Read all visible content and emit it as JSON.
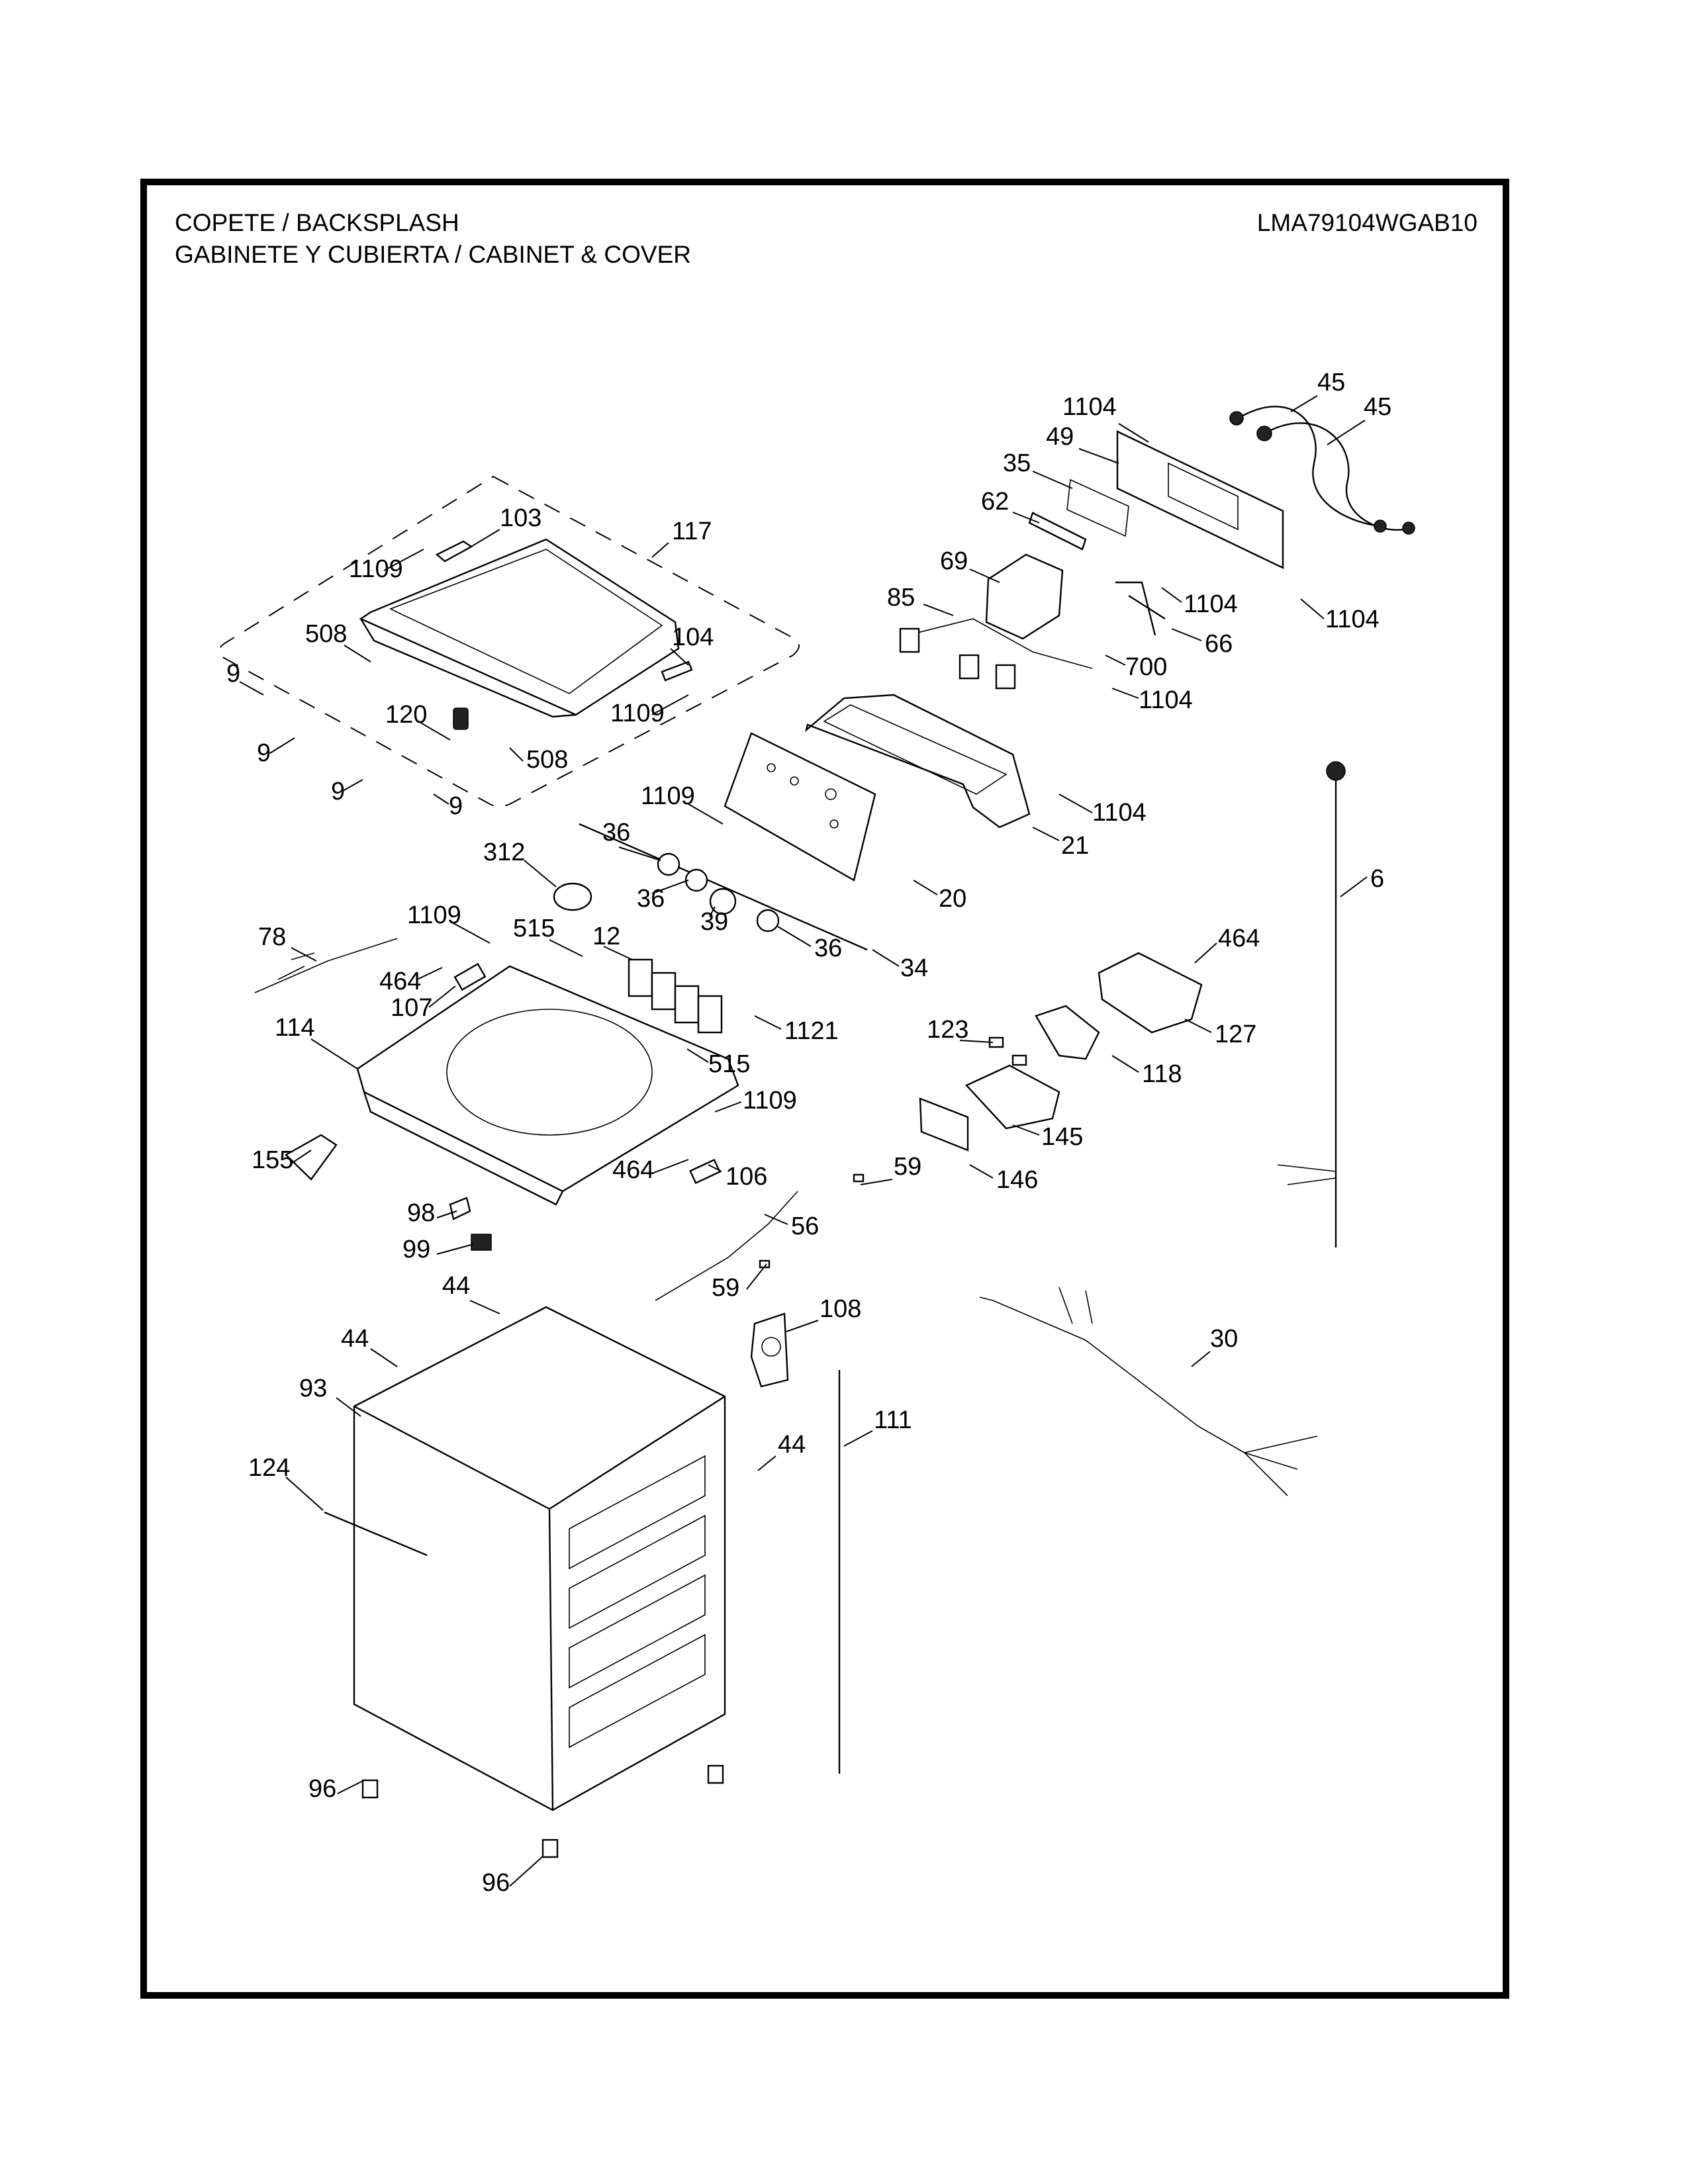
{
  "header": {
    "section_title_line1": "COPETE / BACKSPLASH",
    "section_title_line2": "GABINETE Y CUBIERTA / CABINET & COVER",
    "model_number": "LMA79104WGAB10"
  },
  "callouts": [
    {
      "id": "c1104a",
      "label": "1104"
    },
    {
      "id": "c45a",
      "label": "45"
    },
    {
      "id": "c45b",
      "label": "45"
    },
    {
      "id": "c49",
      "label": "49"
    },
    {
      "id": "c35",
      "label": "35"
    },
    {
      "id": "c62",
      "label": "62"
    },
    {
      "id": "c69",
      "label": "69"
    },
    {
      "id": "c1104b",
      "label": "1104"
    },
    {
      "id": "c1104c",
      "label": "1104"
    },
    {
      "id": "c85",
      "label": "85"
    },
    {
      "id": "c66",
      "label": "66"
    },
    {
      "id": "c700",
      "label": "700"
    },
    {
      "id": "c1104d",
      "label": "1104"
    },
    {
      "id": "c103",
      "label": "103"
    },
    {
      "id": "c117",
      "label": "117"
    },
    {
      "id": "c1109a",
      "label": "1109"
    },
    {
      "id": "c508a",
      "label": "508"
    },
    {
      "id": "c104",
      "label": "104"
    },
    {
      "id": "c9a",
      "label": "9"
    },
    {
      "id": "c1109b",
      "label": "1109"
    },
    {
      "id": "c120",
      "label": "120"
    },
    {
      "id": "c508b",
      "label": "508"
    },
    {
      "id": "c9b",
      "label": "9"
    },
    {
      "id": "c9c",
      "label": "9"
    },
    {
      "id": "c9d",
      "label": "9"
    },
    {
      "id": "c1109c",
      "label": "1109"
    },
    {
      "id": "c1104e",
      "label": "1104"
    },
    {
      "id": "c21",
      "label": "21"
    },
    {
      "id": "c36a",
      "label": "36"
    },
    {
      "id": "c312",
      "label": "312"
    },
    {
      "id": "c36b",
      "label": "36"
    },
    {
      "id": "c39",
      "label": "39"
    },
    {
      "id": "c20",
      "label": "20"
    },
    {
      "id": "c6",
      "label": "6"
    },
    {
      "id": "c36c",
      "label": "36"
    },
    {
      "id": "c34",
      "label": "34"
    },
    {
      "id": "c78",
      "label": "78"
    },
    {
      "id": "c1109d",
      "label": "1109"
    },
    {
      "id": "c515a",
      "label": "515"
    },
    {
      "id": "c12",
      "label": "12"
    },
    {
      "id": "c464a",
      "label": "464"
    },
    {
      "id": "c107",
      "label": "107"
    },
    {
      "id": "c464b",
      "label": "464"
    },
    {
      "id": "c127",
      "label": "127"
    },
    {
      "id": "c1121",
      "label": "1121"
    },
    {
      "id": "c114",
      "label": "114"
    },
    {
      "id": "c515b",
      "label": "515"
    },
    {
      "id": "c123",
      "label": "123"
    },
    {
      "id": "c118",
      "label": "118"
    },
    {
      "id": "c1109e",
      "label": "1109"
    },
    {
      "id": "c155",
      "label": "155"
    },
    {
      "id": "c145",
      "label": "145"
    },
    {
      "id": "c464c",
      "label": "464"
    },
    {
      "id": "c106",
      "label": "106"
    },
    {
      "id": "c146",
      "label": "146"
    },
    {
      "id": "c59a",
      "label": "59"
    },
    {
      "id": "c98",
      "label": "98"
    },
    {
      "id": "c56",
      "label": "56"
    },
    {
      "id": "c99",
      "label": "99"
    },
    {
      "id": "c59b",
      "label": "59"
    },
    {
      "id": "c44a",
      "label": "44"
    },
    {
      "id": "c108",
      "label": "108"
    },
    {
      "id": "c30",
      "label": "30"
    },
    {
      "id": "c44b",
      "label": "44"
    },
    {
      "id": "c93",
      "label": "93"
    },
    {
      "id": "c111",
      "label": "111"
    },
    {
      "id": "c44c",
      "label": "44"
    },
    {
      "id": "c124",
      "label": "124"
    },
    {
      "id": "c96a",
      "label": "96"
    },
    {
      "id": "c96b",
      "label": "96"
    }
  ]
}
